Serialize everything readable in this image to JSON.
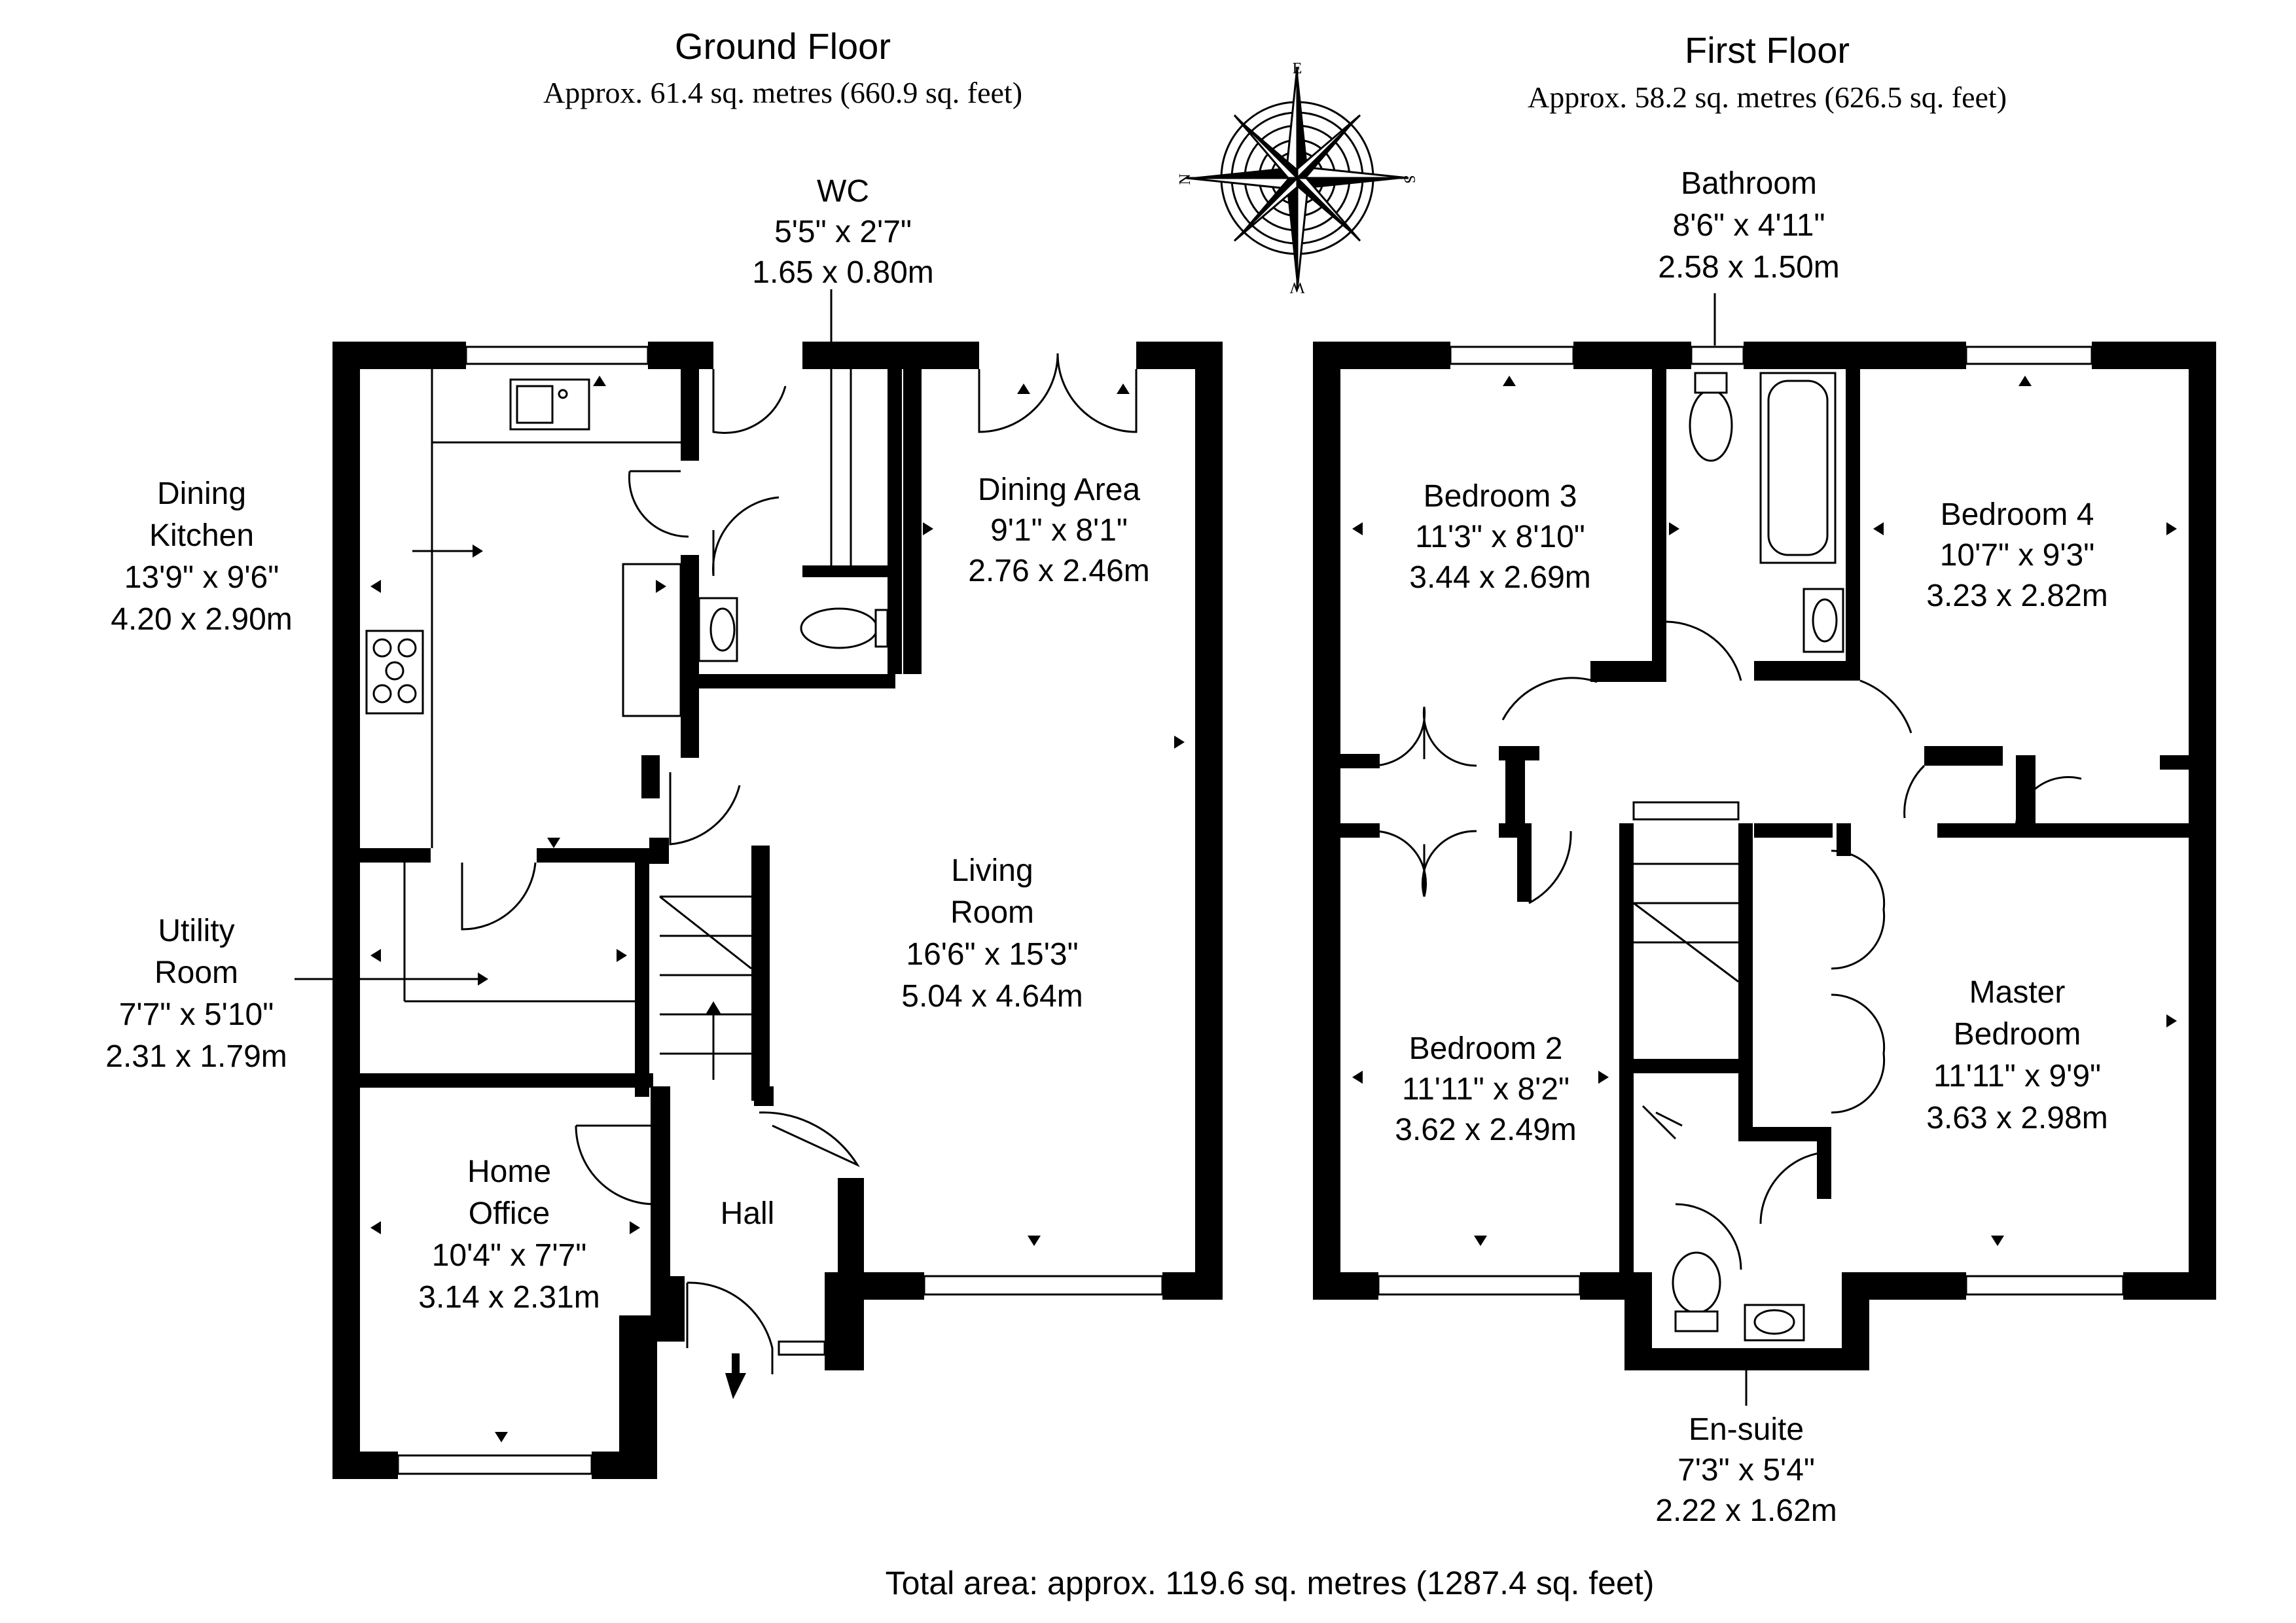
{
  "ground_floor": {
    "title": "Ground Floor",
    "area": "Approx. 61.4 sq. metres (660.9 sq. feet)",
    "rooms": {
      "wc": {
        "name": "WC",
        "imperial": "5'5\" x 2'7\"",
        "metric": "1.65 x 0.80m"
      },
      "dining_kitchen": {
        "name1": "Dining",
        "name2": "Kitchen",
        "imperial": "13'9\" x 9'6\"",
        "metric": "4.20 x 2.90m"
      },
      "dining_area": {
        "name": "Dining Area",
        "imperial": "9'1\" x 8'1\"",
        "metric": "2.76 x 2.46m"
      },
      "living_room": {
        "name1": "Living",
        "name2": "Room",
        "imperial": "16'6\" x 15'3\"",
        "metric": "5.04 x 4.64m"
      },
      "utility_room": {
        "name1": "Utility",
        "name2": "Room",
        "imperial": "7'7\" x 5'10\"",
        "metric": "2.31 x 1.79m"
      },
      "home_office": {
        "name1": "Home",
        "name2": "Office",
        "imperial": "10'4\" x 7'7\"",
        "metric": "3.14 x 2.31m"
      },
      "hall": {
        "name": "Hall"
      }
    }
  },
  "first_floor": {
    "title": "First Floor",
    "area": "Approx. 58.2 sq. metres (626.5 sq. feet)",
    "rooms": {
      "bathroom": {
        "name": "Bathroom",
        "imperial": "8'6\" x 4'11\"",
        "metric": "2.58 x 1.50m"
      },
      "bedroom3": {
        "name": "Bedroom 3",
        "imperial": "11'3\" x 8'10\"",
        "metric": "3.44 x 2.69m"
      },
      "bedroom4": {
        "name": "Bedroom 4",
        "imperial": "10'7\" x 9'3\"",
        "metric": "3.23 x 2.82m"
      },
      "bedroom2": {
        "name": "Bedroom 2",
        "imperial": "11'11\" x 8'2\"",
        "metric": "3.62 x 2.49m"
      },
      "master": {
        "name1": "Master",
        "name2": "Bedroom",
        "imperial": "11'11\" x 9'9\"",
        "metric": "3.63 x 2.98m"
      },
      "ensuite": {
        "name": "En-suite",
        "imperial": "7'3\" x 5'4\"",
        "metric": "2.22 x 1.62m"
      }
    }
  },
  "compass": {
    "letters": [
      "E",
      "S",
      "W",
      "N"
    ],
    "icon": "compass-rose-icon"
  },
  "total_area": "Total area: approx. 119.6 sq. metres (1287.4 sq. feet)"
}
